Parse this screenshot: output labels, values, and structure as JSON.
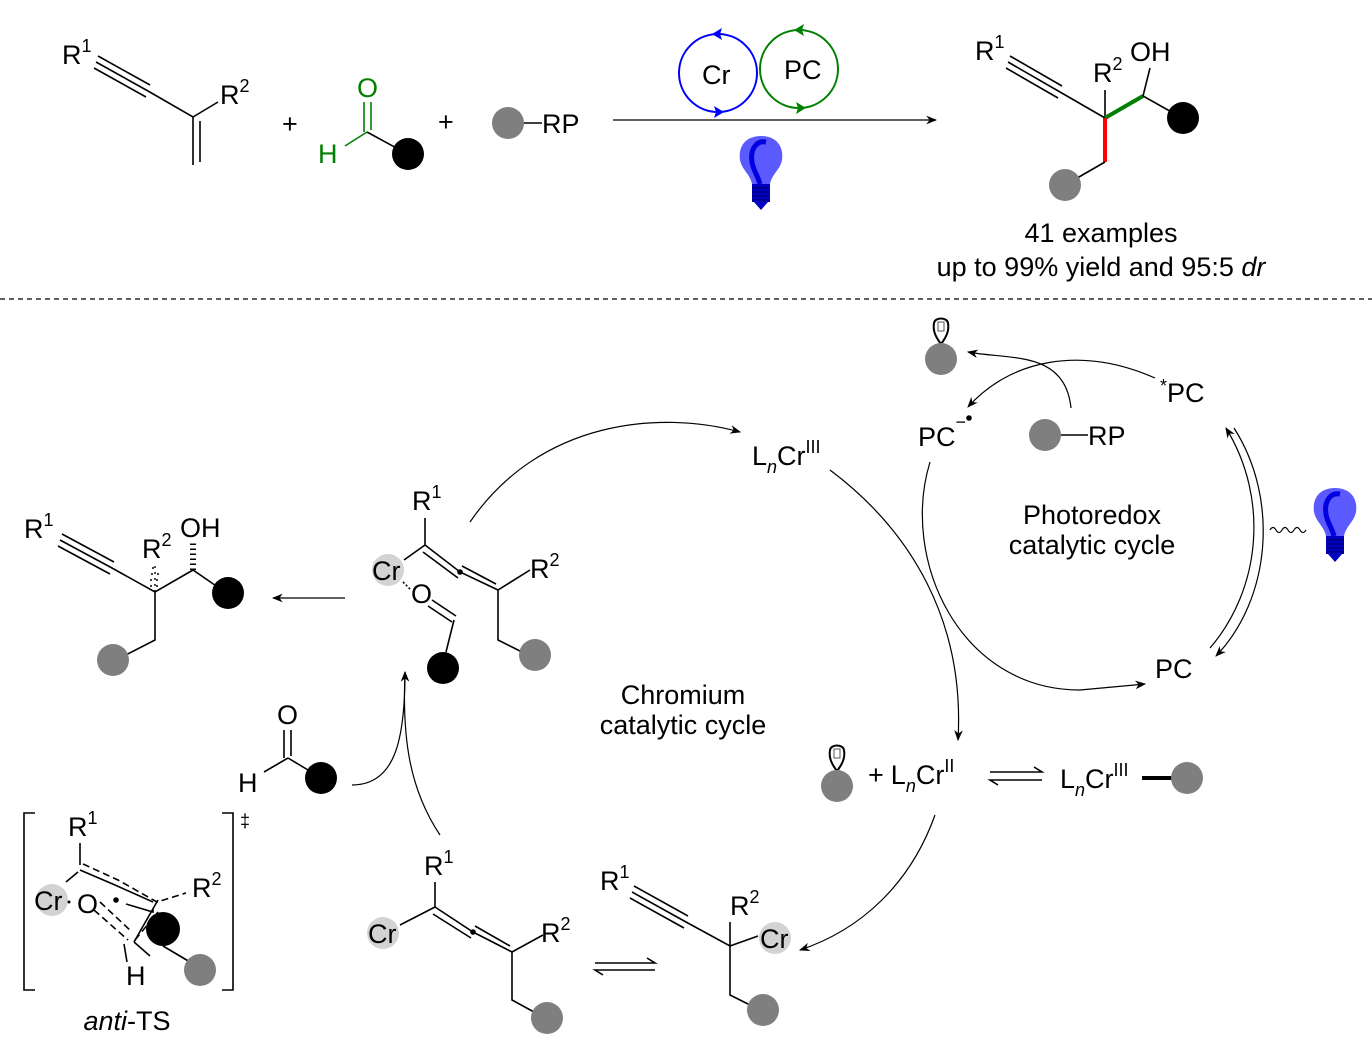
{
  "t": {
    "R": "R",
    "one": "1",
    "two": "2",
    "OH": "OH",
    "O": "O",
    "H": "H",
    "RP": "RP",
    "Cr": "Cr",
    "PC": "PC",
    "plus": "+",
    "L": "L",
    "n": "n",
    "III": "III",
    "II": "II",
    "star": "*",
    "minus": "−",
    "dagger": "‡"
  },
  "top": {
    "cat1": "Cr",
    "cat2": "PC",
    "summary_line1": "41 examples",
    "summary_line2": "up to 99% yield and 95:5 ",
    "summary_dr": "dr"
  },
  "cycles": {
    "photoredox_1": "Photoredox",
    "photoredox_2": "catalytic cycle",
    "chromium_1": "Chromium",
    "chromium_2": "catalytic cycle"
  },
  "ts": {
    "anti": "anti",
    "suffix": "-TS"
  },
  "colors": {
    "chromium_cycle": "#0000ff",
    "photo_cycle": "#008000",
    "aldehyde": "#008000",
    "new_bond_1": "#ff0000",
    "new_bond_2": "#008000",
    "bulb": "#5a5aff",
    "radical_ball": "#7f7f7f",
    "carbonyl_ball": "#000000",
    "cr_ball": "#d3d3d3"
  }
}
